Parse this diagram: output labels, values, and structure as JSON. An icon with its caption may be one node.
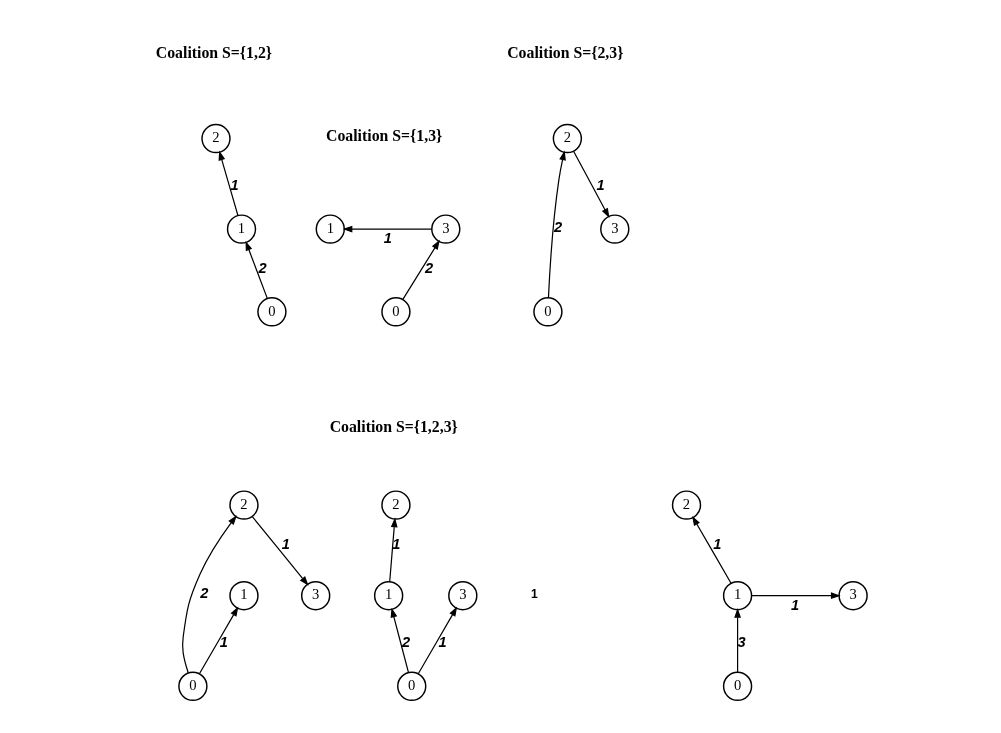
{
  "diagram": {
    "nodes": [
      {
        "text": [
          "2"
        ]
      },
      {
        "text": [
          "1"
        ]
      },
      {
        "text": [
          "0"
        ]
      },
      {
        "text": [
          "1"
        ]
      },
      {
        "text": [
          "3"
        ]
      },
      {
        "text": [
          "0"
        ]
      },
      {
        "text": [
          "2"
        ]
      },
      {
        "text": [
          "3"
        ]
      },
      {
        "text": [
          "0"
        ]
      },
      {
        "text": [
          "2"
        ]
      },
      {
        "text": [
          "1"
        ]
      },
      {
        "text": [
          "3"
        ]
      },
      {
        "text": [
          "0"
        ]
      },
      {
        "text": [
          "2"
        ]
      },
      {
        "text": [
          "1"
        ]
      },
      {
        "text": [
          "3"
        ]
      },
      {
        "text": [
          "0"
        ]
      },
      {
        "text": [
          "2"
        ]
      },
      {
        "text": [
          "1"
        ]
      },
      {
        "text": [
          "3"
        ]
      },
      {
        "text": [
          "0"
        ]
      }
    ],
    "edges": [
      {
        "from": 1,
        "to": 0,
        "arrow": "to",
        "label": "1"
      },
      {
        "from": 2,
        "to": 1,
        "arrow": "to",
        "label": "2"
      },
      {
        "from": 4,
        "to": 3,
        "arrow": "to",
        "label": "1"
      },
      {
        "from": 5,
        "to": 4,
        "arrow": "to",
        "label": "2"
      },
      {
        "from": 6,
        "to": 7,
        "arrow": "to",
        "label": "1"
      },
      {
        "from": 8,
        "to": 6,
        "arrow": "to",
        "label": "2"
      },
      {
        "from": 12,
        "to": 10,
        "arrow": "to",
        "label": "1"
      },
      {
        "from": 12,
        "to": 9,
        "arrow": "to",
        "label": "2"
      },
      {
        "from": 9,
        "to": 11,
        "arrow": "to",
        "label": "1"
      },
      {
        "from": 14,
        "to": 13,
        "arrow": "to",
        "label": "1"
      },
      {
        "from": 16,
        "to": 14,
        "arrow": "to",
        "label": "2"
      },
      {
        "from": 16,
        "to": 15,
        "arrow": "to",
        "label": "1"
      },
      {
        "from": 18,
        "to": 17,
        "arrow": "to",
        "label": "1"
      },
      {
        "from": 18,
        "to": 19,
        "arrow": "to",
        "label": "1"
      },
      {
        "from": 20,
        "to": 18,
        "arrow": "to",
        "label": "3"
      }
    ],
    "labels": [
      "Coalition S={1,2}",
      "Coalition S={1,3}",
      "Coalition S={2,3}",
      "Coalition S={1,2,3}",
      "1"
    ]
  }
}
